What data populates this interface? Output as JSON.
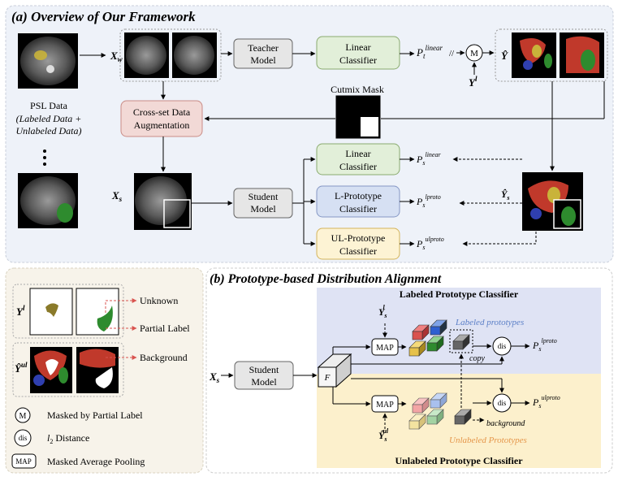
{
  "panel_a": {
    "title": "(a) Overview of Our Framework",
    "psl_data_label": "PSL Data",
    "psl_data_sub1": "(Labeled Data +",
    "psl_data_sub2": "Unlabeled Data)",
    "teacher_model": [
      "Teacher",
      "Model"
    ],
    "student_model": [
      "Student",
      "Model"
    ],
    "linear_classifier_top": [
      "Linear",
      "Classifier"
    ],
    "cross_set_aug": [
      "Cross-set Data",
      "Augmentation"
    ],
    "cutmix_mask": "Cutmix Mask",
    "linear_classifier": [
      "Linear",
      "Classifier"
    ],
    "l_prototype_classifier": [
      "L-Prototype",
      "Classifier"
    ],
    "ul_prototype_classifier": [
      "UL-Prototype",
      "Classifier"
    ],
    "xw": "X",
    "xw_sub": "w",
    "xs": "X",
    "xs_sub": "s",
    "pt_linear": "P",
    "pt_linear_sub": "t",
    "pt_linear_sup": "linear",
    "masked_symbol": "M",
    "y_label": "Y",
    "y_label_sup": "l",
    "y_hat": "Ŷ",
    "y_hat_s": "Ŷ",
    "y_hat_s_sub": "s",
    "ps_linear_sup": "linear",
    "ps_lproto_sup": "lproto",
    "ps_ulproto_sup": "ulproto",
    "ps": "P",
    "ps_sub": "s",
    "stopgrad": "//"
  },
  "legend": {
    "yl": "Y",
    "yl_sup": "l",
    "yul": "Ŷ",
    "yul_sup": "ul",
    "unknown": "Unknown",
    "partial_label": "Partial Label",
    "background": "Background",
    "m_symbol": "M",
    "m_desc": "Masked by Partial Label",
    "dis_symbol": "dis",
    "dis_desc_pre": "l",
    "dis_desc_sub": "2",
    "dis_desc_post": " Distance",
    "map_symbol": "MAP",
    "map_desc": "Masked Average Pooling"
  },
  "panel_b": {
    "title": "(b) Prototype-based Distribution Alignment",
    "labeled_classifier_title": "Labeled Prototype Classifier",
    "unlabeled_classifier_title": "Unlabeled Prototype Classifier",
    "student_model": [
      "Student",
      "Model"
    ],
    "xs": "X",
    "xs_sub": "s",
    "f": "F",
    "map": "MAP",
    "dis": "dis",
    "ysl": "Y",
    "ysl_sub": "s",
    "ysl_sup": "l",
    "ysul": "Ŷ",
    "ysul_sub": "s",
    "ysul_sup": "ul",
    "labeled_prototypes": "Labeled prototypes",
    "unlabeled_prototypes": "Unlabeled Prototypes",
    "copy": "copy",
    "background": "background",
    "ps": "P",
    "ps_sub": "s",
    "ps_lproto_sup": "lproto",
    "ps_ulproto_sup": "ulproto"
  },
  "colors": {
    "panel_a_bg": "#eef2f9",
    "legend_bg": "#f7f3ea",
    "teacher_fill": "#e6e6e6",
    "linear_fill": "#e2efd9",
    "aug_fill": "#f2d9d6",
    "lproto_fill": "#d6e0f3",
    "ulproto_fill": "#fdf3d4",
    "labeled_region": "#dfe3f4",
    "unlabeled_region": "#fcf0cc",
    "labeled_text": "#5b7fc7",
    "unlabeled_text": "#e5964a",
    "red_arrow": "#d9534f"
  }
}
